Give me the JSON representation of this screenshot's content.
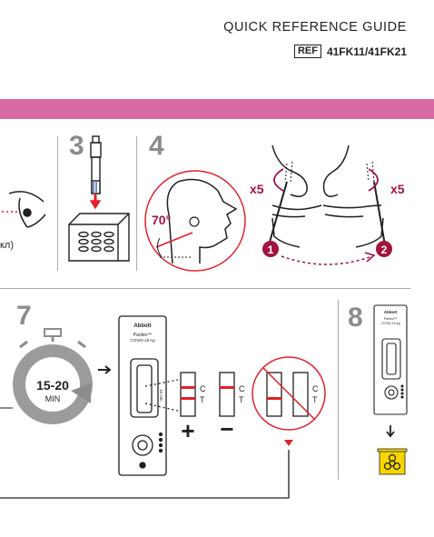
{
  "header": {
    "title": "QUICK REFERENCE GUIDE",
    "ref_label": "REF",
    "ref_codes": "41FK11/41FK21"
  },
  "steps": {
    "step3": "3",
    "step4": "4",
    "step7": "7",
    "step8": "8"
  },
  "step_left_partial_label": "кл)",
  "step4": {
    "angle": "70°",
    "repeat_left": "x5",
    "repeat_right": "x5",
    "nostril_1": "1",
    "nostril_2": "2"
  },
  "step7": {
    "timer_time": "15-20",
    "timer_unit": "MIN",
    "card_brand": "Abbott",
    "card_product": "Panbio™",
    "card_product_sub": "COVID-19 Ag",
    "card_side_text": "15 min",
    "control_label": "C",
    "test_label": "T",
    "positive_sign": "+",
    "negative_sign": "−"
  },
  "step8": {
    "card_brand": "Abbott",
    "card_product": "Panbio™",
    "card_product_sub": "COVID-19 Ag"
  },
  "colors": {
    "accent_pink": "#d96aa6",
    "line_red": "#e2202b",
    "dark_red": "#a21340",
    "grey": "#8c8c8c",
    "biohazard_yellow": "#f6d600"
  }
}
